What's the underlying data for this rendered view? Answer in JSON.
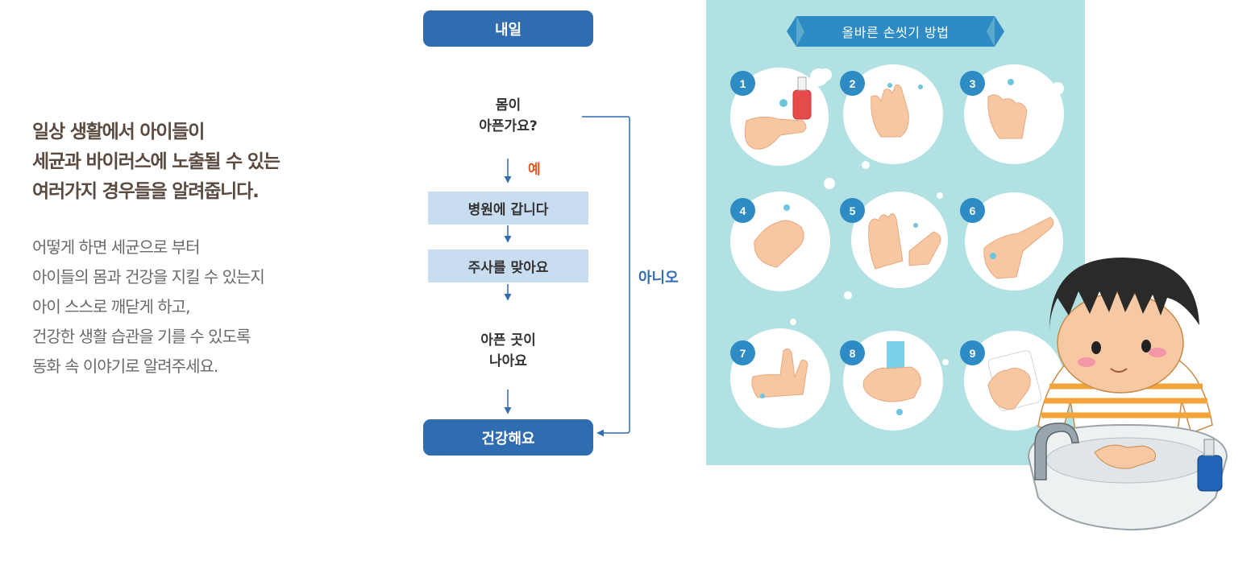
{
  "intro": {
    "heading_lines": [
      "일상 생활에서 아이들이",
      "세균과 바이러스에 노출될 수 있는",
      "여러가지 경우들을 알려줍니다."
    ],
    "body_lines": [
      "어떻게 하면 세균으로 부터",
      "아이들의 몸과 건강을 지킬 수 있는지",
      "아이 스스로 깨닫게 하고,",
      "건강한 생활 습관을 기를 수 있도록",
      "동화 속 이야기로 알려주세요."
    ]
  },
  "flowchart": {
    "start": "내일",
    "question_lines": [
      "몸이",
      "아픈가요?"
    ],
    "yes_label": "예",
    "no_label": "아니오",
    "step1": "병원에 갑니다",
    "step2": "주사를 맞아요",
    "result_lines": [
      "아픈 곳이",
      "나아요"
    ],
    "end": "건강해요"
  },
  "poster": {
    "title": "올바른 손씻기 방법",
    "steps": [
      "1",
      "2",
      "3",
      "4",
      "5",
      "6",
      "7",
      "8",
      "9"
    ]
  },
  "colors": {
    "flow_blue": "#2f6cb0",
    "box_fill": "#c9ddf0",
    "yes_orange": "#e0582a",
    "poster_bg": "#b2e1e3",
    "step_badge": "#2e8bc4"
  }
}
